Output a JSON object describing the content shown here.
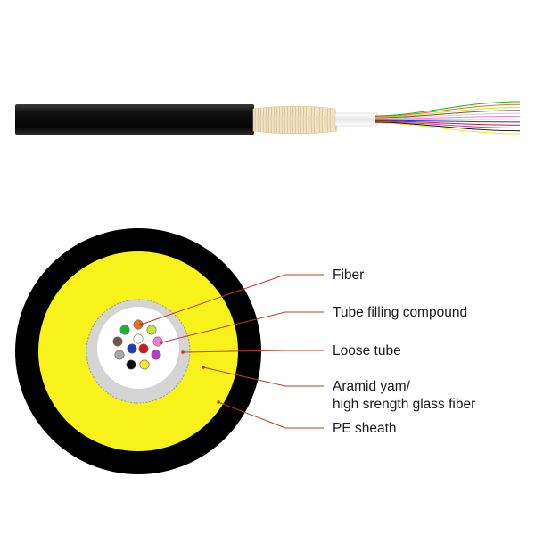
{
  "labels": {
    "fiber": "Fiber",
    "tube_filling_compound": "Tube filling compound",
    "loose_tube": "Loose tube",
    "aramid_line1": "Aramid yam/",
    "aramid_line2": "high srength glass fiber",
    "pe_sheath": "PE sheath"
  },
  "colors": {
    "pe_sheath": "#000000",
    "aramid": "#f7f21a",
    "loose_tube": "#d4d4d4",
    "tube_filling_compound": "#ffffff",
    "aramid_yarn": "#eedcb7",
    "leader_line": "#c0392b"
  },
  "fiber_colors": [
    "#18b52e",
    "#e2771b",
    "#c6e43c",
    "#7a5638",
    "#ffffff",
    "#f47ae6",
    "#a8a8a8",
    "#1a3fb5",
    "#d1191b",
    "#b43ad1",
    "#0a0a0a",
    "#f2ec1c"
  ]
}
